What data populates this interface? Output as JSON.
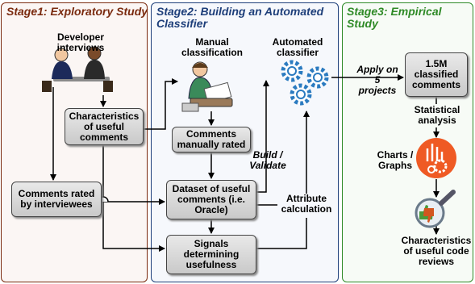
{
  "stages": [
    {
      "title": "Stage1: Exploratory Study",
      "color": "#7a2a0e",
      "bg": "#fbf6f4"
    },
    {
      "title": "Stage2: Building an Automated Classifier",
      "color": "#1e3f7a",
      "bg": "#f6f8fc"
    },
    {
      "title": "Stage3: Empirical Study",
      "color": "#2f8a27",
      "bg": "#f7fbf6"
    }
  ],
  "boxes": {
    "characteristics_useful": "Characteristics of useful comments",
    "comments_rated_interviewees": "Comments rated by interviewees",
    "comments_manually_rated": "Comments manually rated",
    "dataset_useful": "Dataset of useful comments (i.e. Oracle)",
    "signals": "Signals determining usefulness",
    "classified_comments": "1.5M classified comments"
  },
  "labels": {
    "developer_interviews": "Developer interviews",
    "manual_classification": "Manual classification",
    "automated_classifier": "Automated classifier",
    "build_validate": "Build / Validate",
    "attribute_calculation": "Attribute calculation",
    "apply_projects": "Apply on 5 projects",
    "statistical_analysis": "Statistical analysis",
    "charts_graphs": "Charts / Graphs",
    "characteristics_reviews": "Characteristics of useful code reviews"
  },
  "icons": [
    "interview-people-icon",
    "manual-classification-person-icon",
    "gears-icon",
    "chart-gear-icon",
    "magnifier-thumbs-icon"
  ]
}
